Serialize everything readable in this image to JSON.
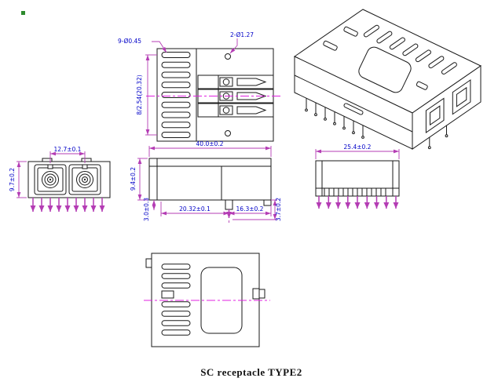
{
  "title": "SC receptacle TYPE2",
  "colors": {
    "outline": "#1a1a1a",
    "dimension_lines": "#b43cb4",
    "centerline": "#e020e0",
    "dimension_text": "#0000c8",
    "snap_marker": "#2e8b2e",
    "background": "#ffffff"
  },
  "dimensions": {
    "top_view": {
      "slot_holes": "9-Ø0.45",
      "round_holes": "2-Ø1.27",
      "pitch": "8/2.54(20.32)"
    },
    "front_view": {
      "port_spacing": "12.7±0.1",
      "height": "9.7±0.2"
    },
    "side_view": {
      "length": "40.0±0.2",
      "height": "9.4±0.2",
      "pin_span": "20.32±0.1",
      "front_offset": "16.3±0.2",
      "pin_length": "3.0±0.3",
      "tail_length": "3.7±0.2"
    },
    "end_view": {
      "width": "25.4±0.2"
    }
  }
}
